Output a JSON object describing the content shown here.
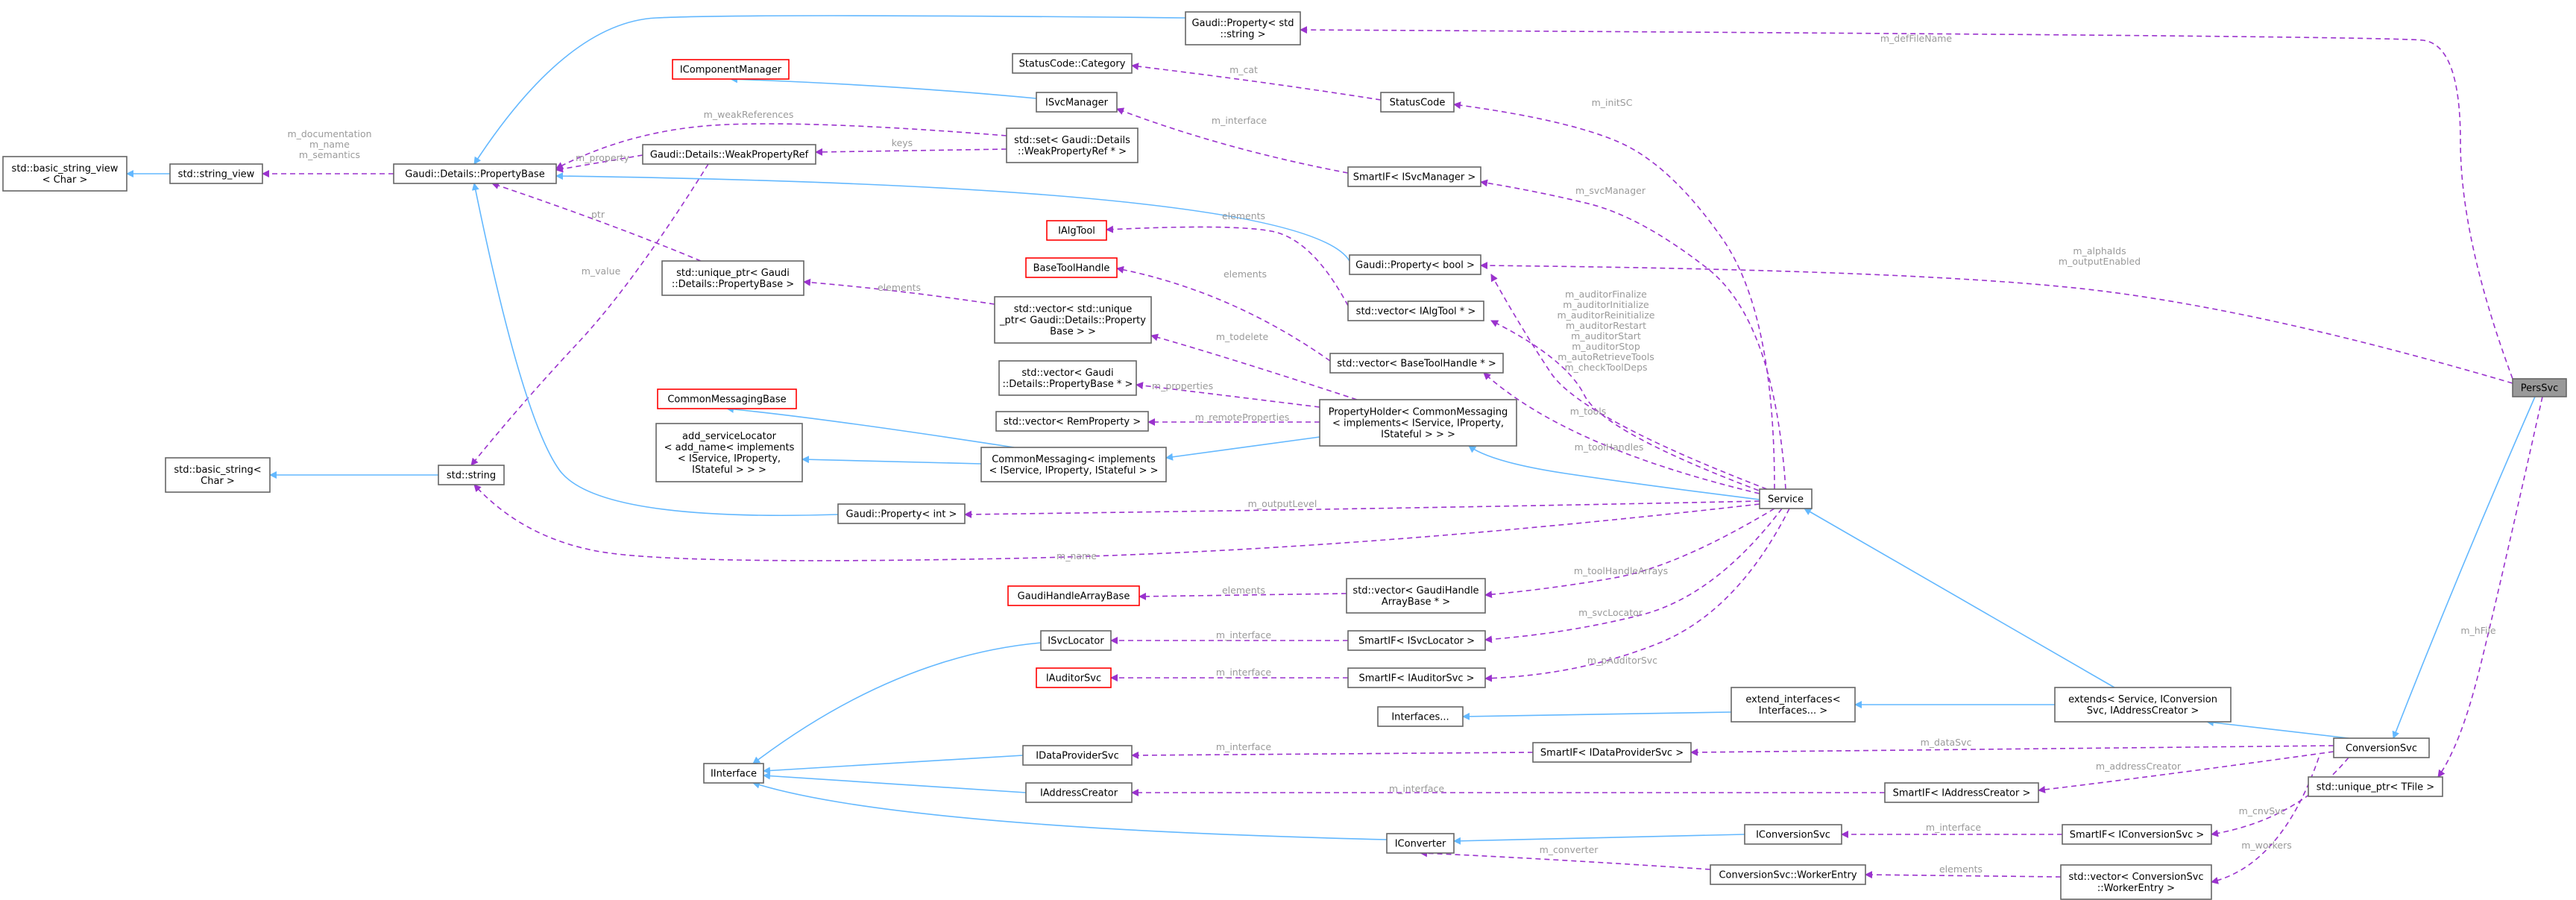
{
  "nodes": [
    {
      "id": "perssvc",
      "lines": [
        "PersSvc"
      ],
      "style": "gray"
    },
    {
      "id": "prop_string",
      "lines": [
        "Gaudi::Property< std",
        "::string >"
      ]
    },
    {
      "id": "statuscode_cat",
      "lines": [
        "StatusCode::Category"
      ]
    },
    {
      "id": "icomponentmanager",
      "lines": [
        "IComponentManager"
      ],
      "style": "red"
    },
    {
      "id": "statuscode",
      "lines": [
        "StatusCode"
      ]
    },
    {
      "id": "isvcmanager",
      "lines": [
        "ISvcManager"
      ]
    },
    {
      "id": "std_set",
      "lines": [
        "std::set< Gaudi::Details",
        "::WeakPropertyRef * >"
      ]
    },
    {
      "id": "basic_string_view",
      "lines": [
        "std::basic_string_view",
        "< Char >"
      ]
    },
    {
      "id": "string_view",
      "lines": [
        "std::string_view"
      ]
    },
    {
      "id": "propertybase",
      "lines": [
        "Gaudi::Details::PropertyBase"
      ]
    },
    {
      "id": "weakpropertyref",
      "lines": [
        "Gaudi::Details::WeakPropertyRef"
      ]
    },
    {
      "id": "smartif_isvcmanager",
      "lines": [
        "SmartIF< ISvcManager >"
      ]
    },
    {
      "id": "ialgtool",
      "lines": [
        "IAlgTool"
      ],
      "style": "red"
    },
    {
      "id": "prop_bool",
      "lines": [
        "Gaudi::Property< bool >"
      ]
    },
    {
      "id": "basetoolhandle",
      "lines": [
        "BaseToolHandle"
      ],
      "style": "red"
    },
    {
      "id": "vec_ialgtool",
      "lines": [
        "std::vector< IAlgTool * >"
      ]
    },
    {
      "id": "unique_ptr_pb",
      "lines": [
        "std::unique_ptr< Gaudi",
        "::Details::PropertyBase >"
      ]
    },
    {
      "id": "vec_unique",
      "lines": [
        "std::vector< std::unique",
        "_ptr< Gaudi::Details::Property",
        "Base > >"
      ]
    },
    {
      "id": "vec_basetoolhandle",
      "lines": [
        "std::vector< BaseToolHandle * >"
      ]
    },
    {
      "id": "vec_pb",
      "lines": [
        "std::vector< Gaudi",
        "::Details::PropertyBase * >"
      ]
    },
    {
      "id": "commonmessagingbase",
      "lines": [
        "CommonMessagingBase"
      ],
      "style": "red"
    },
    {
      "id": "propertyholder",
      "lines": [
        "PropertyHolder< CommonMessaging",
        "< implements< IService, IProperty,",
        "IStateful > > >"
      ]
    },
    {
      "id": "vec_remproperty",
      "lines": [
        "std::vector< RemProperty >"
      ]
    },
    {
      "id": "add_servicelocator",
      "lines": [
        "add_serviceLocator",
        "< add_name< implements",
        "< IService, IProperty,",
        "IStateful > > >"
      ]
    },
    {
      "id": "commonmessaging",
      "lines": [
        "CommonMessaging< implements",
        "< IService, IProperty, IStateful > >"
      ]
    },
    {
      "id": "basic_string",
      "lines": [
        "std::basic_string<",
        "Char >"
      ]
    },
    {
      "id": "std_string",
      "lines": [
        "std::string"
      ]
    },
    {
      "id": "service",
      "lines": [
        "Service"
      ]
    },
    {
      "id": "prop_int",
      "lines": [
        "Gaudi::Property< int >"
      ]
    },
    {
      "id": "gaudihandlearraybase",
      "lines": [
        "GaudiHandleArrayBase"
      ],
      "style": "red"
    },
    {
      "id": "vec_gaudihandle",
      "lines": [
        "std::vector< GaudiHandle",
        "ArrayBase * >"
      ]
    },
    {
      "id": "isvclocator",
      "lines": [
        "ISvcLocator"
      ]
    },
    {
      "id": "smartif_isvclocator",
      "lines": [
        "SmartIF< ISvcLocator >"
      ]
    },
    {
      "id": "iauditorsvc",
      "lines": [
        "IAuditorSvc"
      ],
      "style": "red"
    },
    {
      "id": "smartif_iauditorsvc",
      "lines": [
        "SmartIF< IAuditorSvc >"
      ]
    },
    {
      "id": "interfaces",
      "lines": [
        "Interfaces..."
      ]
    },
    {
      "id": "extend_interfaces",
      "lines": [
        "extend_interfaces<",
        "Interfaces... >"
      ]
    },
    {
      "id": "extends",
      "lines": [
        "extends< Service, IConversion",
        "Svc, IAddressCreator >"
      ]
    },
    {
      "id": "conversionsvc",
      "lines": [
        "ConversionSvc"
      ]
    },
    {
      "id": "iinterface",
      "lines": [
        "IInterface"
      ]
    },
    {
      "id": "idataprovidersvc",
      "lines": [
        "IDataProviderSvc"
      ]
    },
    {
      "id": "smartif_idataprovidersvc",
      "lines": [
        "SmartIF< IDataProviderSvc >"
      ]
    },
    {
      "id": "iaddresscreator",
      "lines": [
        "IAddressCreator"
      ]
    },
    {
      "id": "smartif_iaddresscreator",
      "lines": [
        "SmartIF< IAddressCreator >"
      ]
    },
    {
      "id": "unique_ptr_tfile",
      "lines": [
        "std::unique_ptr< TFile >"
      ]
    },
    {
      "id": "iconverter",
      "lines": [
        "IConverter"
      ]
    },
    {
      "id": "iconversionsvc",
      "lines": [
        "IConversionSvc"
      ]
    },
    {
      "id": "smartif_iconversionsvc",
      "lines": [
        "SmartIF< IConversionSvc >"
      ]
    },
    {
      "id": "workerentry",
      "lines": [
        "ConversionSvc::WorkerEntry"
      ]
    },
    {
      "id": "vec_workerentry",
      "lines": [
        "std::vector< ConversionSvc",
        "::WorkerEntry >"
      ]
    }
  ],
  "edge_labels": [
    {
      "id": "defaultname",
      "lines": [
        "m_defFileName"
      ]
    },
    {
      "id": "cat",
      "lines": [
        "m_cat"
      ]
    },
    {
      "id": "initsc",
      "lines": [
        "m_initSC"
      ]
    },
    {
      "id": "iface_svcmgr",
      "lines": [
        "m_interface"
      ]
    },
    {
      "id": "weakrefs",
      "lines": [
        "m_weakReferences"
      ]
    },
    {
      "id": "doc",
      "lines": [
        "m_documentation",
        "m_name",
        "m_semantics"
      ]
    },
    {
      "id": "property",
      "lines": [
        "m_property"
      ]
    },
    {
      "id": "keys",
      "lines": [
        "keys"
      ]
    },
    {
      "id": "svcmanager",
      "lines": [
        "m_svcManager"
      ]
    },
    {
      "id": "ptr",
      "lines": [
        "ptr"
      ]
    },
    {
      "id": "value",
      "lines": [
        "m_value"
      ]
    },
    {
      "id": "el_ialgtool",
      "lines": [
        "elements"
      ]
    },
    {
      "id": "el_basetool",
      "lines": [
        "elements"
      ]
    },
    {
      "id": "alphaids",
      "lines": [
        "m_alphaIds",
        "m_outputEnabled"
      ]
    },
    {
      "id": "auditors",
      "lines": [
        "m_auditorFinalize",
        "m_auditorInitialize",
        "m_auditorReinitialize",
        "m_auditorRestart",
        "m_auditorStart",
        "m_auditorStop",
        "m_autoRetrieveTools",
        "m_checkToolDeps"
      ]
    },
    {
      "id": "el_unique",
      "lines": [
        "elements"
      ]
    },
    {
      "id": "todelete",
      "lines": [
        "m_todelete"
      ]
    },
    {
      "id": "tools",
      "lines": [
        "m_tools"
      ]
    },
    {
      "id": "properties",
      "lines": [
        "m_properties"
      ]
    },
    {
      "id": "remote",
      "lines": [
        "m_remoteProperties"
      ]
    },
    {
      "id": "toolhandles",
      "lines": [
        "m_toolHandles"
      ]
    },
    {
      "id": "outputlevel",
      "lines": [
        "m_outputLevel"
      ]
    },
    {
      "id": "name",
      "lines": [
        "m_name"
      ]
    },
    {
      "id": "el_gaudihandle",
      "lines": [
        "elements"
      ]
    },
    {
      "id": "toolhandlearrays",
      "lines": [
        "m_toolHandleArrays"
      ]
    },
    {
      "id": "iface_svcloc",
      "lines": [
        "m_interface"
      ]
    },
    {
      "id": "svclocator",
      "lines": [
        "m_svcLocator"
      ]
    },
    {
      "id": "iface_audit",
      "lines": [
        "m_interface"
      ]
    },
    {
      "id": "pauditorsvc",
      "lines": [
        "m_pAuditorSvc"
      ]
    },
    {
      "id": "hfile",
      "lines": [
        "m_hFile"
      ]
    },
    {
      "id": "iface_dataprov",
      "lines": [
        "m_interface"
      ]
    },
    {
      "id": "datasvc",
      "lines": [
        "m_dataSvc"
      ]
    },
    {
      "id": "iface_addr",
      "lines": [
        "m_interface"
      ]
    },
    {
      "id": "addresscreator",
      "lines": [
        "m_addressCreator"
      ]
    },
    {
      "id": "iface_conv",
      "lines": [
        "m_interface"
      ]
    },
    {
      "id": "cnvsvc",
      "lines": [
        "m_cnvSvc"
      ]
    },
    {
      "id": "converter",
      "lines": [
        "m_converter"
      ]
    },
    {
      "id": "el_worker",
      "lines": [
        "elements"
      ]
    },
    {
      "id": "workers",
      "lines": [
        "m_workers"
      ]
    }
  ],
  "edges": [
    {
      "from": "perssvc",
      "to": "prop_string",
      "kind": "use",
      "label": "defaultname"
    },
    {
      "from": "prop_string",
      "to": "propertybase",
      "kind": "inh"
    },
    {
      "from": "statuscode",
      "to": "statuscode_cat",
      "kind": "use",
      "label": "cat"
    },
    {
      "from": "service",
      "to": "statuscode",
      "kind": "use",
      "label": "initsc"
    },
    {
      "from": "isvcmanager",
      "to": "icomponentmanager",
      "kind": "inh"
    },
    {
      "from": "smartif_isvcmanager",
      "to": "isvcmanager",
      "kind": "use",
      "label": "iface_svcmgr"
    },
    {
      "from": "std_set",
      "to": "propertybase",
      "kind": "use",
      "label": "weakrefs"
    },
    {
      "from": "weakpropertyref",
      "to": "propertybase",
      "kind": "use",
      "label": "property"
    },
    {
      "from": "std_set",
      "to": "weakpropertyref",
      "kind": "use",
      "label": "keys"
    },
    {
      "from": "string_view",
      "to": "basic_string_view",
      "kind": "inh"
    },
    {
      "from": "propertybase",
      "to": "string_view",
      "kind": "use",
      "label": "doc"
    },
    {
      "from": "service",
      "to": "smartif_isvcmanager",
      "kind": "use",
      "label": "svcmanager"
    },
    {
      "from": "unique_ptr_pb",
      "to": "propertybase",
      "kind": "use",
      "label": "ptr"
    },
    {
      "from": "weakpropertyref",
      "to": "std_string",
      "kind": "use",
      "label": "value"
    },
    {
      "from": "vec_ialgtool",
      "to": "ialgtool",
      "kind": "use",
      "label": "el_ialgtool"
    },
    {
      "from": "prop_bool",
      "to": "propertybase",
      "kind": "inh"
    },
    {
      "from": "perssvc",
      "to": "prop_bool",
      "kind": "use",
      "label": "alphaids"
    },
    {
      "from": "service",
      "to": "prop_bool",
      "kind": "use",
      "label": "auditors"
    },
    {
      "from": "vec_basetoolhandle",
      "to": "basetoolhandle",
      "kind": "use",
      "label": "el_basetool"
    },
    {
      "from": "vec_unique",
      "to": "unique_ptr_pb",
      "kind": "use",
      "label": "el_unique"
    },
    {
      "from": "propertyholder",
      "to": "vec_unique",
      "kind": "use",
      "label": "todelete"
    },
    {
      "from": "service",
      "to": "vec_ialgtool",
      "kind": "use",
      "label": "tools"
    },
    {
      "from": "propertyholder",
      "to": "vec_pb",
      "kind": "use",
      "label": "properties"
    },
    {
      "from": "propertyholder",
      "to": "vec_remproperty",
      "kind": "use",
      "label": "remote"
    },
    {
      "from": "service",
      "to": "vec_basetoolhandle",
      "kind": "use",
      "label": "toolhandles"
    },
    {
      "from": "commonmessaging",
      "to": "commonmessagingbase",
      "kind": "inh"
    },
    {
      "from": "commonmessaging",
      "to": "add_servicelocator",
      "kind": "inh"
    },
    {
      "from": "propertyholder",
      "to": "commonmessaging",
      "kind": "inh"
    },
    {
      "from": "service",
      "to": "propertyholder",
      "kind": "inh"
    },
    {
      "from": "std_string",
      "to": "basic_string",
      "kind": "inh"
    },
    {
      "from": "prop_int",
      "to": "propertybase",
      "kind": "inh"
    },
    {
      "from": "service",
      "to": "prop_int",
      "kind": "use",
      "label": "outputlevel"
    },
    {
      "from": "service",
      "to": "std_string",
      "kind": "use",
      "label": "name"
    },
    {
      "from": "vec_gaudihandle",
      "to": "gaudihandlearraybase",
      "kind": "use",
      "label": "el_gaudihandle"
    },
    {
      "from": "service",
      "to": "vec_gaudihandle",
      "kind": "use",
      "label": "toolhandlearrays"
    },
    {
      "from": "smartif_isvclocator",
      "to": "isvclocator",
      "kind": "use",
      "label": "iface_svcloc"
    },
    {
      "from": "service",
      "to": "smartif_isvclocator",
      "kind": "use",
      "label": "svclocator"
    },
    {
      "from": "smartif_iauditorsvc",
      "to": "iauditorsvc",
      "kind": "use",
      "label": "iface_audit"
    },
    {
      "from": "service",
      "to": "smartif_iauditorsvc",
      "kind": "use",
      "label": "pauditorsvc"
    },
    {
      "from": "extend_interfaces",
      "to": "interfaces",
      "kind": "inh"
    },
    {
      "from": "extends",
      "to": "service",
      "kind": "inh"
    },
    {
      "from": "extends",
      "to": "extend_interfaces",
      "kind": "inh"
    },
    {
      "from": "conversionsvc",
      "to": "extends",
      "kind": "inh"
    },
    {
      "from": "perssvc",
      "to": "conversionsvc",
      "kind": "inh"
    },
    {
      "from": "perssvc",
      "to": "unique_ptr_tfile",
      "kind": "use",
      "label": "hfile"
    },
    {
      "from": "isvclocator",
      "to": "iinterface",
      "kind": "inh"
    },
    {
      "from": "idataprovidersvc",
      "to": "iinterface",
      "kind": "inh"
    },
    {
      "from": "iaddresscreator",
      "to": "iinterface",
      "kind": "inh"
    },
    {
      "from": "iconverter",
      "to": "iinterface",
      "kind": "inh"
    },
    {
      "from": "smartif_idataprovidersvc",
      "to": "idataprovidersvc",
      "kind": "use",
      "label": "iface_dataprov"
    },
    {
      "from": "conversionsvc",
      "to": "smartif_idataprovidersvc",
      "kind": "use",
      "label": "datasvc"
    },
    {
      "from": "smartif_iaddresscreator",
      "to": "iaddresscreator",
      "kind": "use",
      "label": "iface_addr"
    },
    {
      "from": "conversionsvc",
      "to": "smartif_iaddresscreator",
      "kind": "use",
      "label": "addresscreator"
    },
    {
      "from": "iconversionsvc",
      "to": "iconverter",
      "kind": "inh"
    },
    {
      "from": "smartif_iconversionsvc",
      "to": "iconversionsvc",
      "kind": "use",
      "label": "iface_conv"
    },
    {
      "from": "conversionsvc",
      "to": "smartif_iconversionsvc",
      "kind": "use",
      "label": "cnvsvc"
    },
    {
      "from": "workerentry",
      "to": "iconverter",
      "kind": "use",
      "label": "converter"
    },
    {
      "from": "vec_workerentry",
      "to": "workerentry",
      "kind": "use",
      "label": "el_worker"
    },
    {
      "from": "conversionsvc",
      "to": "vec_workerentry",
      "kind": "use",
      "label": "workers"
    }
  ]
}
